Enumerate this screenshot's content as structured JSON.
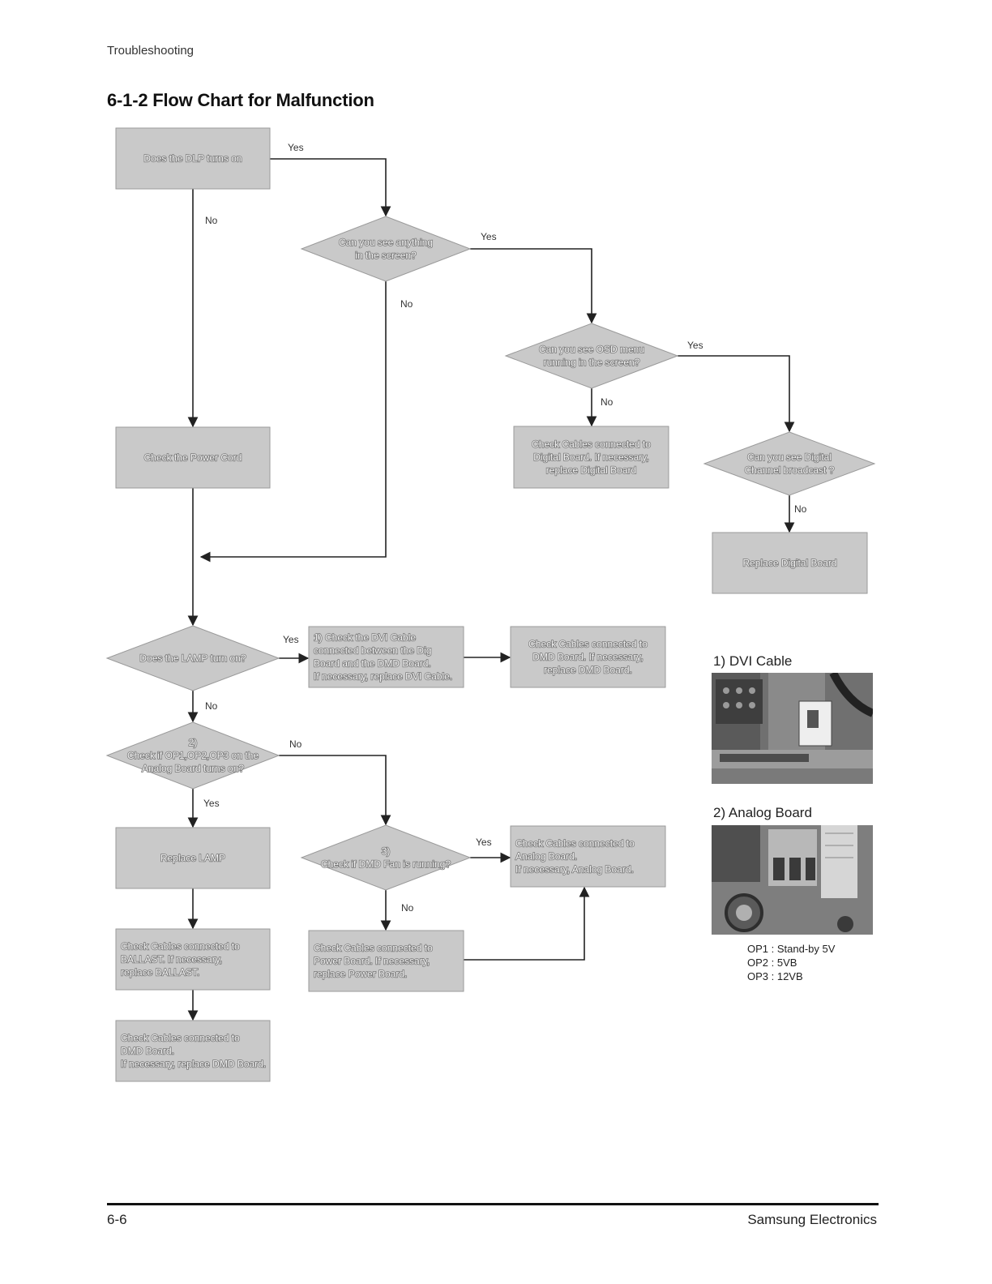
{
  "header": {
    "section": "Troubleshooting",
    "title": "6-1-2 Flow Chart for Malfunction"
  },
  "flowchart": {
    "nodes": [
      {
        "id": "dlp-on",
        "shape": "rect",
        "text": [
          "Does the DLP turns on"
        ]
      },
      {
        "id": "see-anything",
        "shape": "diamond",
        "text": [
          "Can you see anything",
          "in the screen?"
        ]
      },
      {
        "id": "osd-menu",
        "shape": "diamond",
        "text": [
          "Can you see OSD menu",
          "running in the screen?"
        ]
      },
      {
        "id": "check-digital",
        "shape": "rect",
        "text": [
          "Check Cables connected to",
          "Digital Board. If necessary,",
          "replace Digital Board"
        ]
      },
      {
        "id": "digital-channel",
        "shape": "diamond",
        "text": [
          "Can you see Digital",
          "Channel broadcast ?"
        ]
      },
      {
        "id": "replace-digital",
        "shape": "rect",
        "text": [
          "Replace Digital Board"
        ]
      },
      {
        "id": "power-cord",
        "shape": "rect",
        "text": [
          "Check the Power Cord"
        ]
      },
      {
        "id": "lamp-on",
        "shape": "diamond",
        "text": [
          "Does the LAMP turn on?"
        ]
      },
      {
        "id": "dvi-check",
        "shape": "rect",
        "text": [
          "1) Check the DVI Cable",
          "connected between the Dig",
          "Board and the DMD Board.",
          "If necessary, replace DVI Cable."
        ]
      },
      {
        "id": "dmd-check-1",
        "shape": "rect",
        "text": [
          "Check Cables connected to",
          "DMD Board. If necessary,",
          "replace DMD Board."
        ]
      },
      {
        "id": "op-check",
        "shape": "diamond",
        "text": [
          "2)",
          "Check if OP1,OP2,OP3 on the",
          "Analog Board turns on?"
        ]
      },
      {
        "id": "replace-lamp",
        "shape": "rect",
        "text": [
          "Replace LAMP"
        ]
      },
      {
        "id": "dmd-fan",
        "shape": "diamond",
        "text": [
          "3)",
          "Check if DMD Fan is running?"
        ]
      },
      {
        "id": "analog-check",
        "shape": "rect",
        "text": [
          "Check Cables connected to",
          "Analog Board.",
          "If necessary, Analog Board."
        ]
      },
      {
        "id": "ballast-check",
        "shape": "rect",
        "text": [
          "Check Cables connected to",
          "BALLAST. If necessary,",
          "replace BALLAST."
        ]
      },
      {
        "id": "power-board-check",
        "shape": "rect",
        "text": [
          "Check Cables connected to",
          "Power Board. If necessary,",
          "replace Power Board."
        ]
      },
      {
        "id": "dmd-check-2",
        "shape": "rect",
        "text": [
          "Check Cables connected to",
          "DMD Board.",
          "If necessary, replace DMD Board."
        ]
      }
    ],
    "edge_labels": {
      "dlp_yes": "Yes",
      "dlp_no": "No",
      "see_yes": "Yes",
      "see_no": "No",
      "osd_yes": "Yes",
      "osd_no": "No",
      "digital_no": "No",
      "lamp_yes": "Yes",
      "lamp_no": "No",
      "op_no": "No",
      "op_yes": "Yes",
      "fan_yes": "Yes",
      "fan_no": "No"
    }
  },
  "photos": {
    "dvi_caption": "1) DVI Cable",
    "analog_caption": "2) Analog Board",
    "op_lines": [
      "OP1 : Stand-by 5V",
      "OP2 : 5VB",
      "OP3 : 12VB"
    ]
  },
  "footer": {
    "page_number": "6-6",
    "publisher": "Samsung Electronics"
  }
}
